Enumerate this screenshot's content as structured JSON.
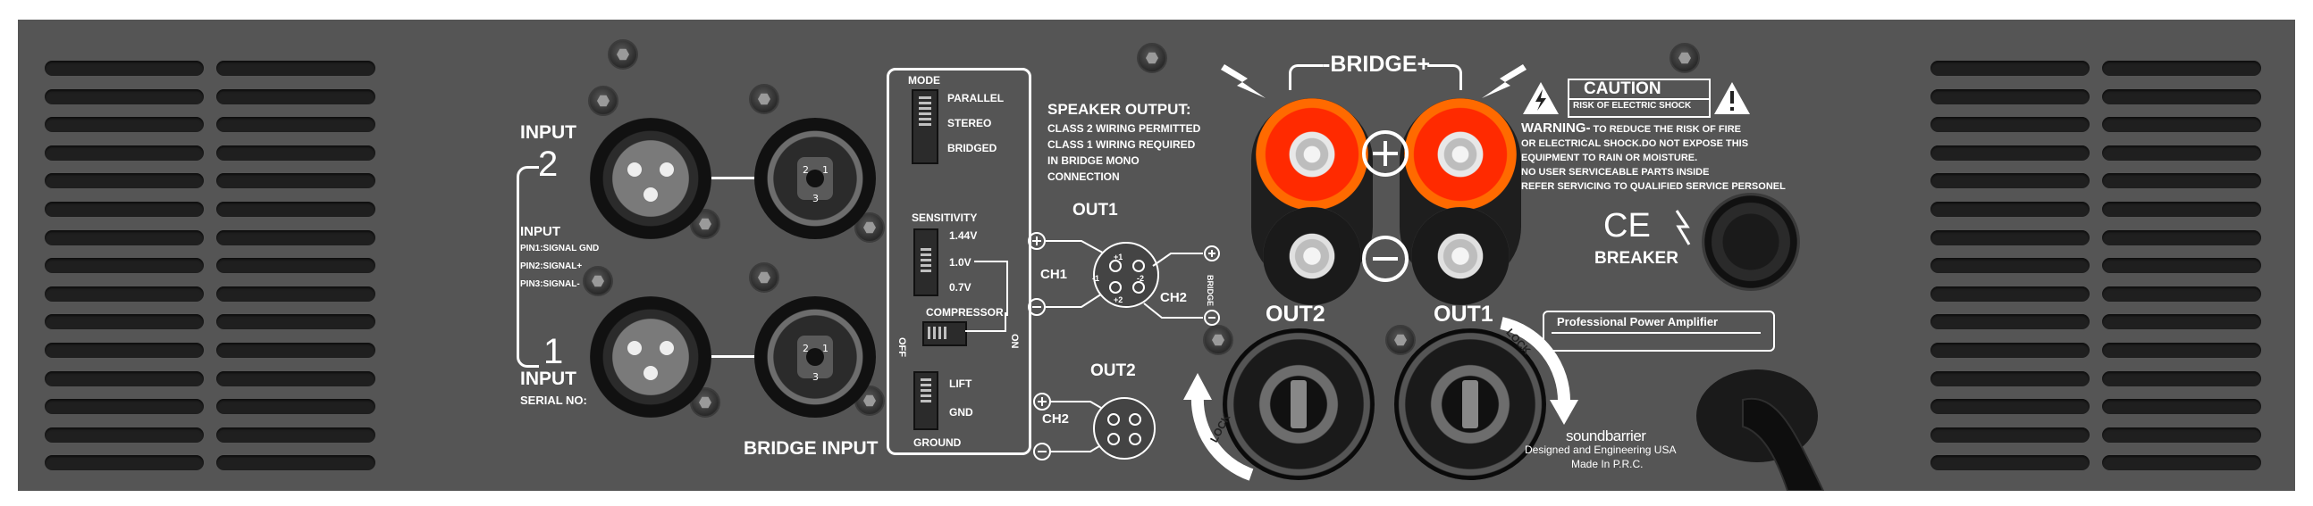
{
  "input_section": {
    "input_2_label": "INPUT",
    "input_2_number": "2",
    "input_1_label": "INPUT",
    "input_1_number": "1",
    "pin_title": "INPUT",
    "pin1": "PIN1:SIGNAL GND",
    "pin2": "PIN2:SIGNAL+",
    "pin3": "PIN3:SIGNAL-",
    "serial": "SERIAL NO:",
    "bridge_input": "BRIDGE INPUT"
  },
  "control_box": {
    "mode_title": "MODE",
    "mode_options": [
      "PARALLEL",
      "STEREO",
      "BRIDGED"
    ],
    "sensitivity_title": "SENSITIVITY",
    "sensitivity_options": [
      "1.44V",
      "1.0V",
      "0.7V"
    ],
    "compressor_title": "COMPRESSOR",
    "compressor_off": "OFF",
    "compressor_on": "ON",
    "ground_options": [
      "LIFT",
      "GND"
    ],
    "ground_title": "GROUND"
  },
  "speaker_output": {
    "title": "SPEAKER OUTPUT:",
    "lines": [
      "CLASS 2 WIRING PERMITTED",
      "CLASS 1 WIRING REQUIRED",
      "IN BRIDGE MONO",
      "CONNECTION"
    ],
    "out1_label": "OUT1",
    "out2_label": "OUT2",
    "ch1": "CH1",
    "ch2": "CH2",
    "ch2b": "CH2",
    "bridge_vertical": "BRIDGE",
    "pin_plus1": "+1",
    "pin_minus1": "-1",
    "pin_plus2": "+2",
    "pin_minus2": "-2"
  },
  "bridge": {
    "label": "-BRIDGE+",
    "out2": "OUT2",
    "out1": "OUT1",
    "lock": "LOCK"
  },
  "warning": {
    "caution": "CAUTION",
    "caution_sub": "RISK OF ELECTRIC SHOCK",
    "warning_head": "WARNING-",
    "line1_rest": " TO REDUCE THE RISK OF FIRE",
    "lines": [
      "OR ELECTRICAL SHOCK.DO NOT EXPOSE THIS",
      "EQUIPMENT TO RAIN OR MOISTURE.",
      "NO USER SERVICEABLE PARTS INSIDE",
      "REFER SERVICING TO QUALIFIED SERVICE PERSONEL"
    ],
    "ce": "CE",
    "breaker": "BREAKER"
  },
  "branding": {
    "product": "Professional Power Amplifier",
    "logo": "soundbarrier",
    "designed": "Designed and Engineering USA",
    "made": "Made In P.R.C."
  },
  "colors": {
    "panel": "#555555",
    "binding_post": "#ff2a00",
    "text": "#ffffff",
    "vent": "#1f1f1f"
  },
  "icons": [
    "lightning-icon",
    "warning-triangle-icon",
    "screw-icon",
    "plus-icon",
    "minus-icon",
    "lock-arrow-icon"
  ]
}
